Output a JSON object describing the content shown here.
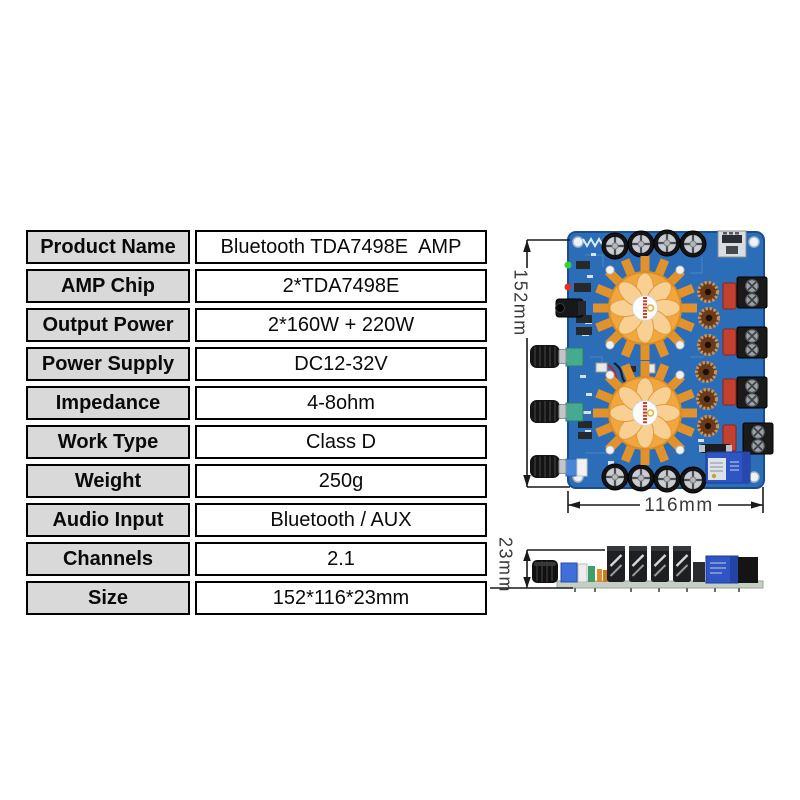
{
  "product": {
    "spec_table": {
      "rows": [
        {
          "label": "Product Name",
          "value": "Bluetooth TDA7498E  AMP"
        },
        {
          "label": "AMP Chip",
          "value": "2*TDA7498E"
        },
        {
          "label": "Output Power",
          "value": "2*160W + 220W"
        },
        {
          "label": "Power Supply",
          "value": "DC12-32V"
        },
        {
          "label": "Impedance",
          "value": "4-8ohm"
        },
        {
          "label": "Work Type",
          "value": "Class D"
        },
        {
          "label": "Weight",
          "value": "250g"
        },
        {
          "label": "Audio Input",
          "value": "Bluetooth / AUX"
        },
        {
          "label": "Channels",
          "value": "2.1"
        },
        {
          "label": "Size",
          "value": "152*116*23mm"
        }
      ]
    }
  },
  "dimensions": {
    "board_height": "152mm",
    "board_width": "116mm",
    "board_depth": "23mm"
  },
  "icons": [
    "bluetooth-antenna-icon",
    "status-led-green-icon",
    "status-led-red-icon",
    "aux-jack-icon",
    "volume-knob-icon",
    "heatsink-fan-icon",
    "electrolytic-capacitor-icon",
    "toroidal-inductor-icon",
    "film-capacitor-icon",
    "screw-terminal-icon",
    "power-relay-icon",
    "fuse-icon",
    "usb-port-icon",
    "dimension-arrow-icon"
  ],
  "colors": {
    "pcb_blue": "#2b6db6",
    "heatsink_orange": "#f2a63e",
    "fan_blade_orange": "#f8d093",
    "film_cap_red": "#c24030",
    "relay_blue": "#2f55c5",
    "table_label_bg": "#d9d9d9",
    "dimension_line": "#1a1a1a",
    "side_board_green": "#c6cfc6"
  }
}
